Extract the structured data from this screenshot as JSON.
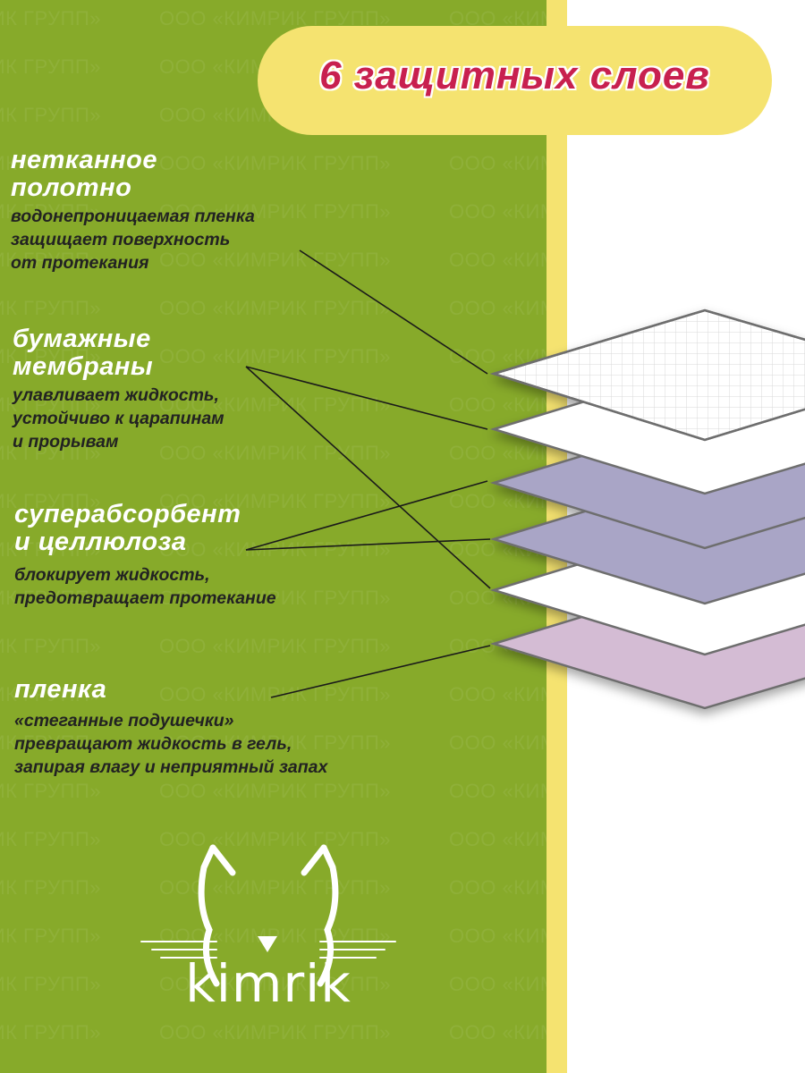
{
  "watermark": "ООО «КИМРИК ГРУПП»",
  "title": "6 защитных слоев",
  "sections": [
    {
      "heading": [
        "нетканное",
        "полотно"
      ],
      "description": [
        "водонепроницаемая пленка",
        "защищает поверхность",
        "от протекания"
      ]
    },
    {
      "heading": [
        "бумажные",
        "мембраны"
      ],
      "description": [
        "улавливает жидкость,",
        "устойчиво к царапинам",
        "и прорывам"
      ]
    },
    {
      "heading": [
        "суперабсорбент",
        "и целлюлоза"
      ],
      "description": [
        "блокирует жидкость,",
        "предотвращает протекание"
      ]
    },
    {
      "heading": [
        "пленка"
      ],
      "description": [
        "«стеганные подушечки»",
        "превращают жидкость в гель,",
        "запирая влагу и неприятный запах"
      ]
    }
  ],
  "logo": {
    "brand": "kimrik"
  },
  "colors": {
    "green": "#87aa2a",
    "yellow": "#f5e370",
    "title": "#c8204f",
    "purple": "#a9a5c6",
    "pink": "#d4bcd4"
  }
}
